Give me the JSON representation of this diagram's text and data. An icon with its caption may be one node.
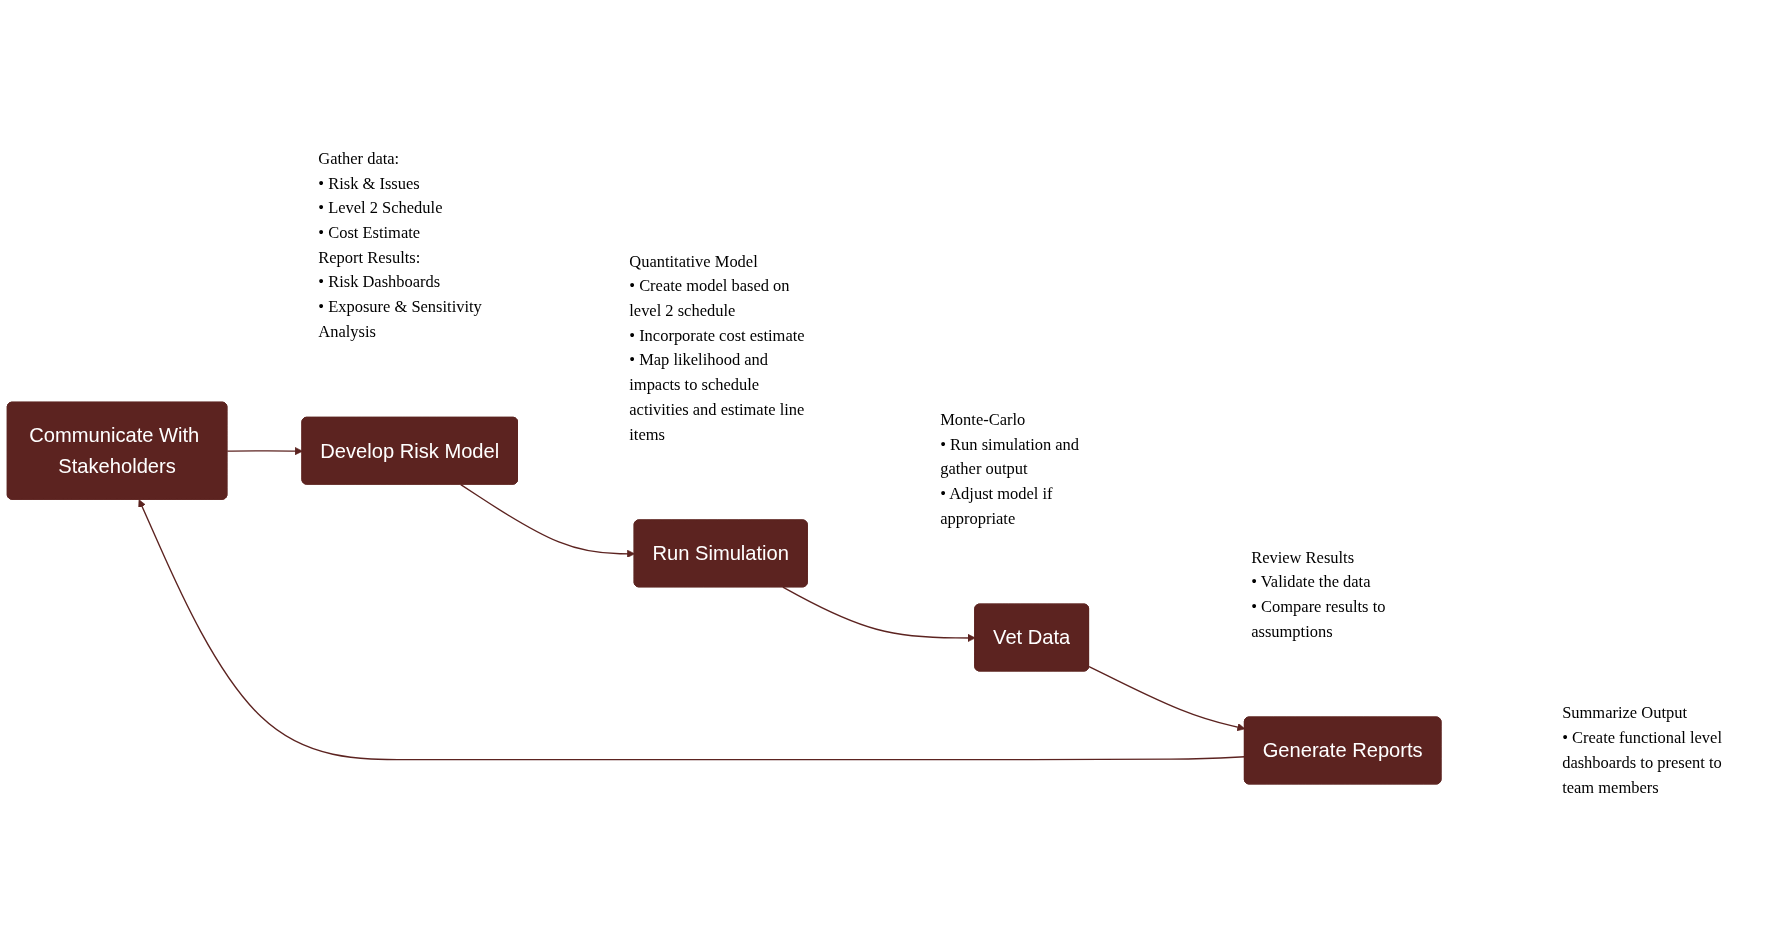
{
  "diagram": {
    "nodes": [
      {
        "text": [
          "Communicate With Stakeholders"
        ],
        "beside": [
          "Gather data:",
          "• Risk & Issues",
          "• Level 2 Schedule",
          "• Cost Estimate",
          "Report Results:",
          "• Risk Dashboards",
          "• Exposure & Sensitivity Analysis"
        ]
      },
      {
        "text": [
          "Develop Risk Model"
        ],
        "beside": [
          "Quantitative Model",
          "• Create model based on level 2 schedule",
          "• Incorporate cost estimate",
          "• Map likelihood and impacts to schedule activities and estimate line items"
        ]
      },
      {
        "text": [
          "Run Simulation"
        ],
        "beside": [
          "Monte-Carlo",
          "• Run simulation and gather output",
          "• Adjust model if appropriate"
        ]
      },
      {
        "text": [
          "Vet Data"
        ],
        "beside": [
          "Review Results",
          "• Validate the data",
          "• Compare results to assumptions"
        ]
      },
      {
        "text": [
          "Generate Reports"
        ],
        "beside": [
          "Summarize Output",
          "• Create functional level dashboards to present to team members"
        ]
      }
    ],
    "edges": [
      {
        "from": 0,
        "to": 1,
        "arrow": "to"
      },
      {
        "from": 1,
        "to": 2,
        "arrow": "to"
      },
      {
        "from": 2,
        "to": 3,
        "arrow": "to"
      },
      {
        "from": 3,
        "to": 4,
        "arrow": "to"
      },
      {
        "from": 4,
        "to": 0,
        "arrow": "to"
      }
    ]
  }
}
